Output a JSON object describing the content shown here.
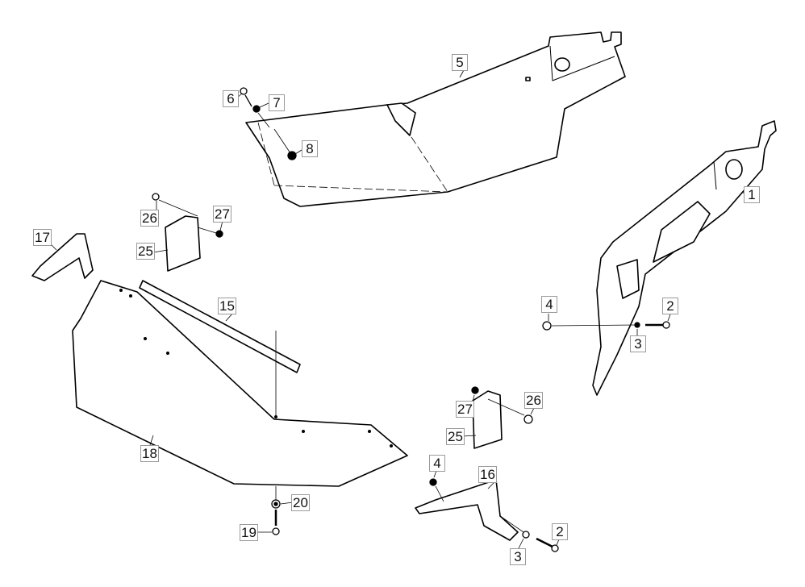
{
  "diagram": {
    "callouts": {
      "c1": "1",
      "c2a": "2",
      "c2b": "2",
      "c3a": "3",
      "c3b": "3",
      "c4a": "4",
      "c4b": "4",
      "c5": "5",
      "c6": "6",
      "c7": "7",
      "c8": "8",
      "c15": "15",
      "c16": "16",
      "c17": "17",
      "c18": "18",
      "c19": "19",
      "c20": "20",
      "c25a": "25",
      "c25b": "25",
      "c26a": "26",
      "c26b": "26",
      "c27a": "27",
      "c27b": "27"
    },
    "line_color": "#000000",
    "label_border_color": "#9a9a9a"
  }
}
